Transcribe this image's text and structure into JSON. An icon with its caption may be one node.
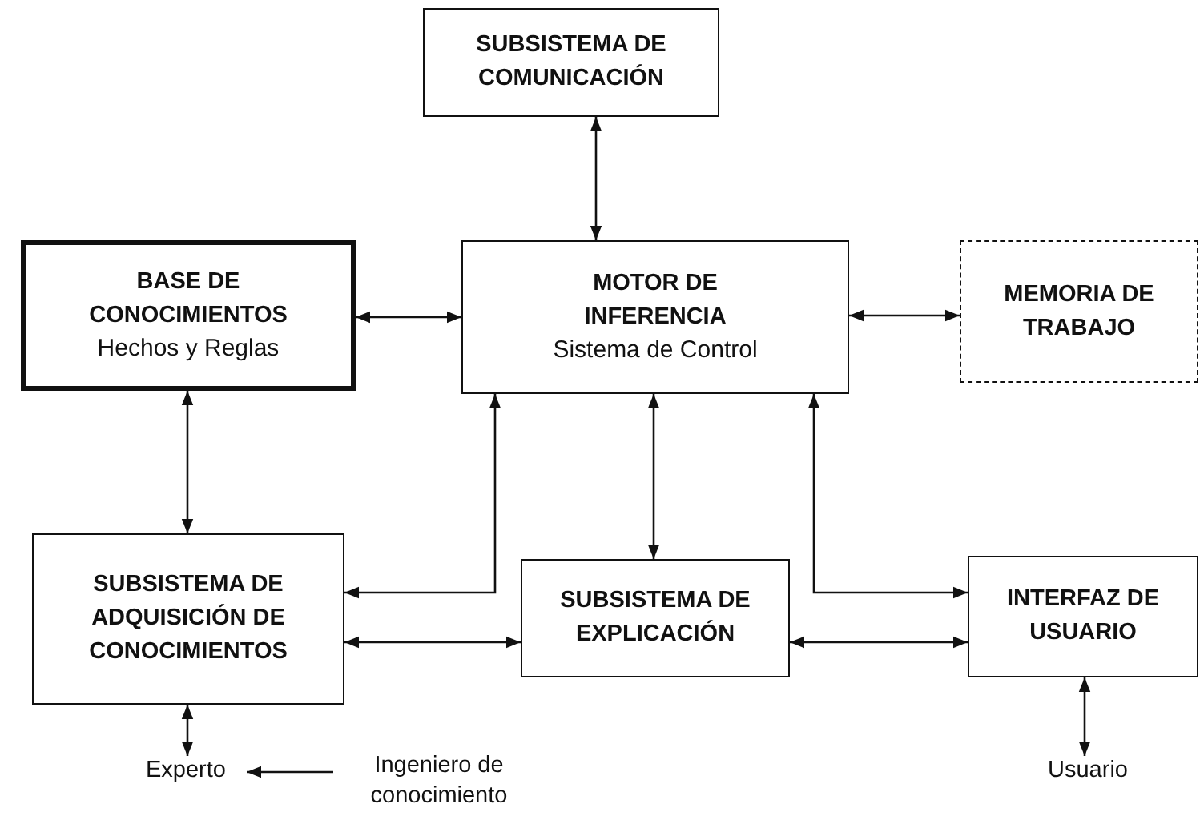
{
  "diagram": {
    "nodes": [
      {
        "text": [
          "SUBSISTEMA DE COMUNICACIÓN"
        ]
      },
      {
        "text": [
          "BASE DE CONOCIMIENTOS",
          "Hechos y Reglas"
        ]
      },
      {
        "text": [
          "MOTOR DE INFERENCIA",
          "Sistema de Control"
        ]
      },
      {
        "text": [
          "MEMORIA DE TRABAJO"
        ]
      },
      {
        "text": [
          "SUBSISTEMA DE ADQUISICIÓN DE CONOCIMIENTOS"
        ]
      },
      {
        "text": [
          "SUBSISTEMA DE EXPLICACIÓN"
        ]
      },
      {
        "text": [
          "INTERFAZ DE USUARIO"
        ]
      },
      {
        "text": [
          "Experto"
        ]
      },
      {
        "text": [
          "Ingeniero de conocimiento"
        ]
      },
      {
        "text": [
          "Usuario"
        ]
      }
    ],
    "edges": [
      {
        "from": 0,
        "to": 2,
        "arrow": "both"
      },
      {
        "from": 1,
        "to": 2,
        "arrow": "both"
      },
      {
        "from": 2,
        "to": 3,
        "arrow": "both"
      },
      {
        "from": 1,
        "to": 4,
        "arrow": "both"
      },
      {
        "from": 4,
        "to": 2,
        "arrow": "both"
      },
      {
        "from": 2,
        "to": 5,
        "arrow": "both"
      },
      {
        "from": 2,
        "to": 6,
        "arrow": "both"
      },
      {
        "from": 4,
        "to": 5,
        "arrow": "both"
      },
      {
        "from": 5,
        "to": 6,
        "arrow": "both"
      },
      {
        "from": 4,
        "to": 7,
        "arrow": "both"
      },
      {
        "from": 8,
        "to": 7,
        "arrow": "to"
      },
      {
        "from": 6,
        "to": 9,
        "arrow": "both"
      }
    ]
  }
}
